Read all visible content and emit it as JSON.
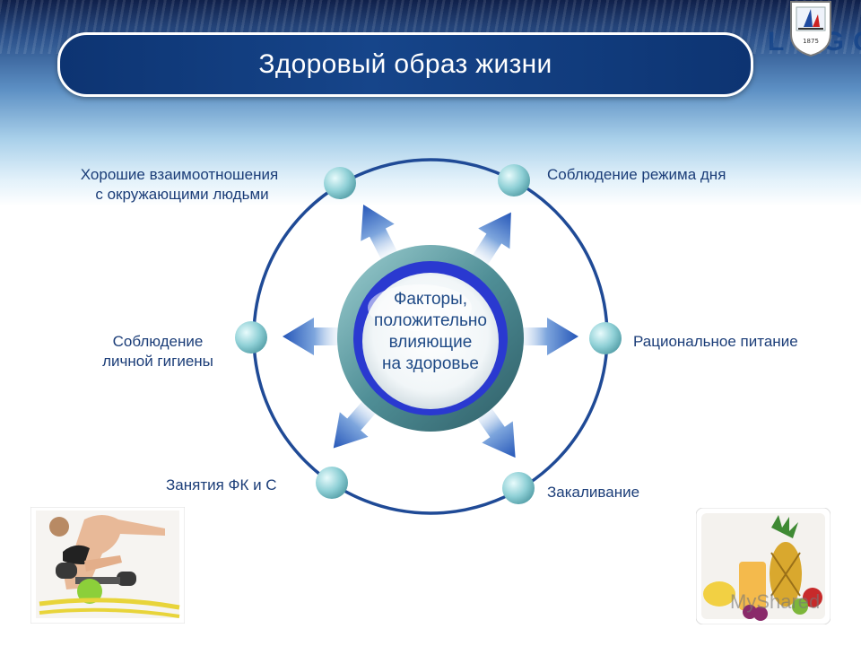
{
  "slide": {
    "title": "Здоровый образ жизни",
    "logo_text": "LOGO",
    "emblem_year": "1875"
  },
  "diagram": {
    "center_lines": [
      "Факторы,",
      "положительно",
      "влияющие",
      "на здоровье"
    ],
    "factors": [
      {
        "id": "relations",
        "lines": [
          "Хорошие взаимоотношения",
          "с окружающими людьми"
        ]
      },
      {
        "id": "routine",
        "lines": [
          "Соблюдение режима дня"
        ]
      },
      {
        "id": "hygiene",
        "lines": [
          "Соблюдение",
          "личной гигиены"
        ]
      },
      {
        "id": "nutrition",
        "lines": [
          "Рациональное питание"
        ]
      },
      {
        "id": "sport",
        "lines": [
          "Занятия ФК и С"
        ]
      },
      {
        "id": "hardening",
        "lines": [
          "Закаливание"
        ]
      }
    ]
  },
  "images": {
    "watermark_text": "MyShared"
  },
  "colors": {
    "ring": "#1f4a96",
    "node": "#7fc7cf",
    "arrow": "#2f68c4",
    "title_bar": "#0d3472",
    "label_text": "#1b3d78"
  }
}
